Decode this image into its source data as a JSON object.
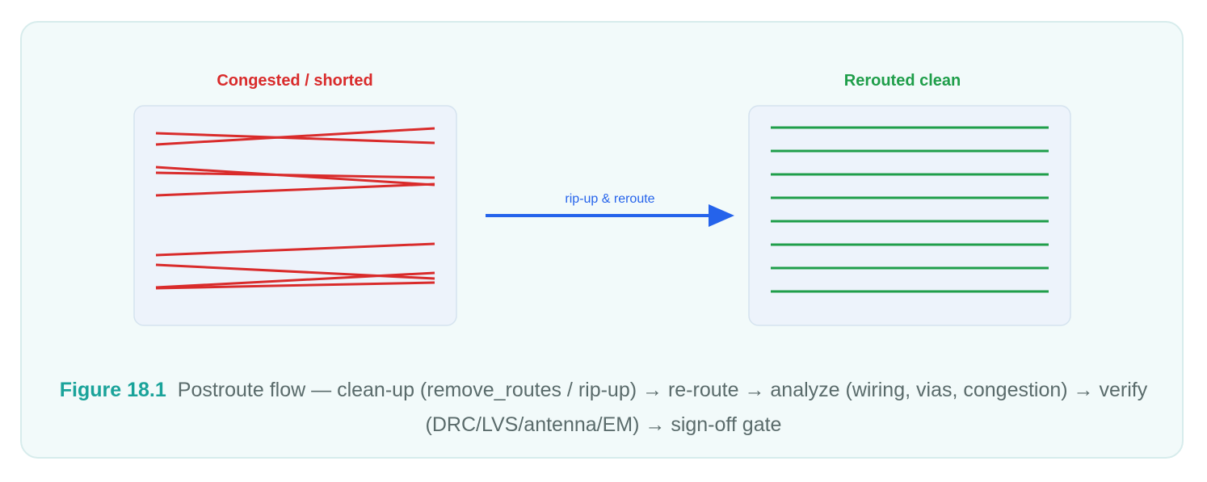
{
  "diagram": {
    "left_title": "Congested / shorted",
    "right_title": "Rerouted clean",
    "arrow_label": "rip-up & reroute"
  },
  "caption": {
    "label": "Figure 18.1",
    "text": "Postroute flow — clean-up (remove_routes / rip-up) → re-route → analyze (wiring, vias, congestion) → verify (DRC/LVS/antenna/EM) → sign-off gate"
  },
  "colors": {
    "congested": "#d92b2b",
    "clean": "#1f9e4a",
    "arrow": "#2563eb",
    "caption_label": "#1aa39a",
    "caption_text": "#5a6b6b"
  }
}
